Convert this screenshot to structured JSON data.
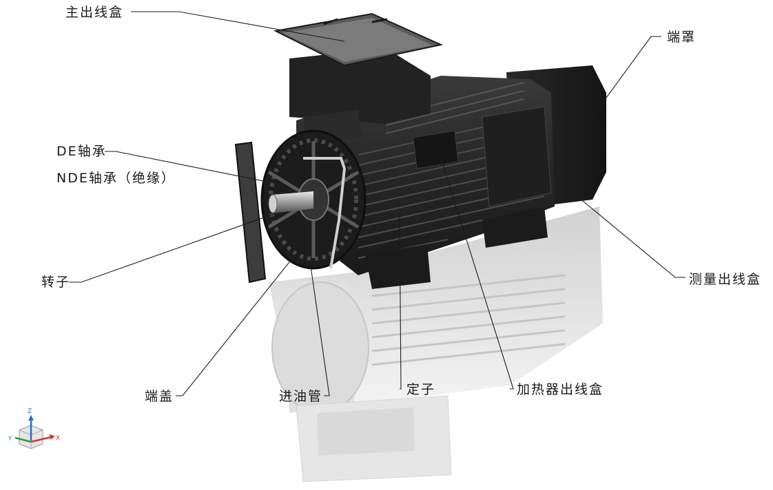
{
  "diagram": {
    "labels": {
      "main_terminal_box": "主出线盒",
      "end_cover": "端罩",
      "de_bearing": "DE轴承",
      "nde_bearing": "NDE轴承（绝缘）",
      "rotor": "转子",
      "measuring_terminal_box": "测量出线盒",
      "end_shield": "端盖",
      "oil_inlet_pipe": "进油管",
      "stator": "定子",
      "heater_terminal_box": "加热器出线盒"
    },
    "axes": {
      "z": "Z",
      "y": "Y",
      "x": "X"
    },
    "colors": {
      "motor_body": "#2b2b2b",
      "motor_dark": "#1c1c1c",
      "reflection": "#d4d4d4",
      "axis_z": "#1f6fd1",
      "axis_x": "#d9342b",
      "axis_y": "#2a9d3a"
    }
  }
}
